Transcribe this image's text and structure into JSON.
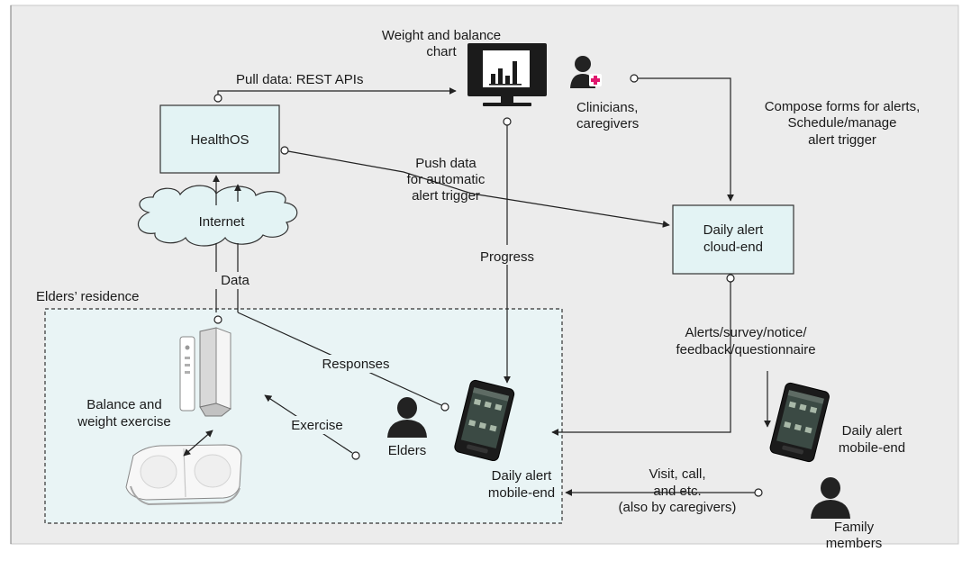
{
  "diagram": {
    "nodes": {
      "healthos": {
        "label": "HealthOS"
      },
      "cloud": {
        "label_lines": [
          "Daily alert",
          "cloud-end"
        ]
      },
      "internet": {
        "label": "Internet"
      },
      "chart": {
        "label_lines": [
          "Weight and balance",
          "chart"
        ]
      },
      "clinicians": {
        "label_lines": [
          "Clinicians,",
          "caregivers"
        ]
      },
      "residence": {
        "label": "Elders’ residence"
      },
      "balance": {
        "label_lines": [
          "Balance and",
          "weight exercise"
        ]
      },
      "elders": {
        "label": "Elders"
      },
      "elder_mobile": {
        "label_lines": [
          "Daily alert",
          "mobile-end"
        ]
      },
      "family_mobile": {
        "label_lines": [
          "Daily alert",
          "mobile-end"
        ]
      },
      "family": {
        "label_lines": [
          "Family",
          "members"
        ]
      }
    },
    "edges": {
      "pull": {
        "label": "Pull data: REST APIs"
      },
      "push": {
        "label_lines": [
          "Push data",
          "for automatic",
          "alert trigger"
        ]
      },
      "compose": {
        "label_lines": [
          "Compose forms for alerts,",
          "Schedule/manage",
          "alert trigger"
        ]
      },
      "progress": {
        "label": "Progress"
      },
      "data": {
        "label": "Data"
      },
      "responses": {
        "label": "Responses"
      },
      "exercise": {
        "label": "Exercise"
      },
      "alerts": {
        "label_lines": [
          "Alerts/survey/notice/",
          "feedback/questionnaire"
        ]
      },
      "visit": {
        "label_lines": [
          "Visit, call,",
          "and etc.",
          "(also by caregivers)"
        ]
      }
    },
    "colors": {
      "canvas": "#ececec",
      "box_fill": "#e3f3f4",
      "residence_fill": "#e9f4f5",
      "icon": "#222222",
      "clinician_cross": "#e0186e"
    }
  }
}
